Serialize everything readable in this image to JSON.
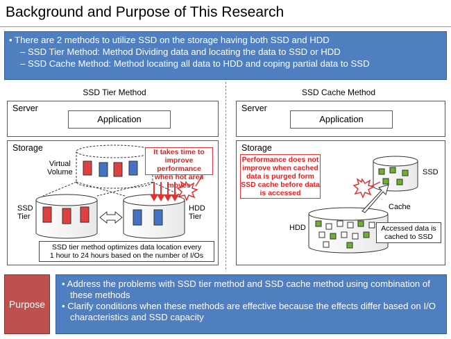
{
  "title": "Background and Purpose of This Research",
  "intro": {
    "line1": "• There are 2 methods to utilize SSD on the storage having both SSD and HDD",
    "line2": "– SSD Tier Method: Method Dividing data and locating the data to SSD or HDD",
    "line3": "– SSD Cache Method: Method locating all data to HDD and coping partial data to SSD"
  },
  "left_panel": {
    "title": "SSD Tier Method",
    "server": "Server",
    "application": "Application",
    "storage": "Storage",
    "virtual_volume": [
      "Virtual",
      "Volume"
    ],
    "ssd_tier": [
      "SSD",
      "Tier"
    ],
    "hdd_tier": [
      "HDD",
      "Tier"
    ],
    "callout": [
      "It takes time to",
      "improve performance",
      "when hot area moves"
    ],
    "note": [
      "SSD tier method optimizes data location every",
      "1 hour to 24 hours based on the number of I/Os"
    ]
  },
  "right_panel": {
    "title": "SSD Cache Method",
    "server": "Server",
    "application": "Application",
    "storage": "Storage",
    "ssd": "SSD",
    "hdd": "HDD",
    "cache": "Cache",
    "callout": [
      "Performance does not",
      "improve when cached",
      "data is purged form",
      "SSD cache before data",
      "is accessed"
    ],
    "note": [
      "Accessed data is",
      "cached to SSD"
    ]
  },
  "purpose": {
    "tag": "Purpose",
    "item1": "• Address the problems with SSD tier method and SSD cache method using combination of these methods",
    "item2": "• Clarify conditions when these methods are effective because the effects differ based on I/O characteristics and SSD capacity"
  },
  "colors": {
    "blue_box": "#4f7fc1",
    "red_box": "#c0504d",
    "callout_red": "#e53030",
    "block_red": "#e04040",
    "block_blue": "#4472c4",
    "cache_green": "#70b030"
  }
}
